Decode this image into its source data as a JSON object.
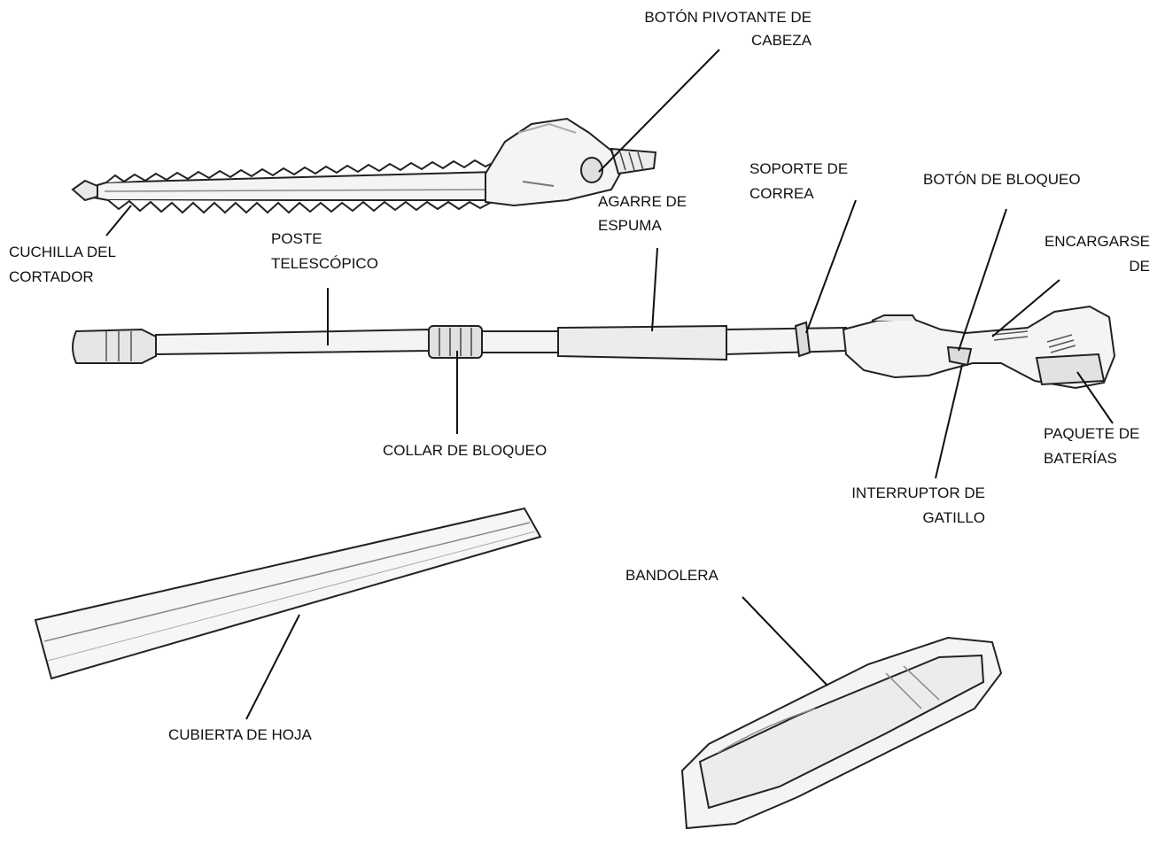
{
  "labels": {
    "head_pivot_button": [
      "BOTÓN PIVOTANTE DE",
      "CABEZA"
    ],
    "cutter_blade": [
      "CUCHILLA DEL",
      "CORTADOR"
    ],
    "telescopic_pole": [
      "POSTE",
      "TELESCÓPICO"
    ],
    "foam_grip": [
      "AGARRE DE",
      "ESPUMA"
    ],
    "strap_support": [
      "SOPORTE DE",
      "CORREA"
    ],
    "lock_button": [
      "BOTÓN DE BLOQUEO"
    ],
    "handle": [
      "ENCARGARSE",
      "DE"
    ],
    "lock_collar": [
      "COLLAR DE BLOQUEO"
    ],
    "battery_pack": [
      "PAQUETE DE",
      "BATERÍAS"
    ],
    "trigger_switch": [
      "INTERRUPTOR DE",
      "GATILLO"
    ],
    "shoulder_strap": [
      "BANDOLERA"
    ],
    "blade_cover": [
      "CUBIERTA DE HOJA"
    ]
  },
  "colors": {
    "line": "#111111",
    "part_fill": "#f4f4f4",
    "part_shade": "#d9d9d9",
    "part_stroke": "#222222"
  }
}
